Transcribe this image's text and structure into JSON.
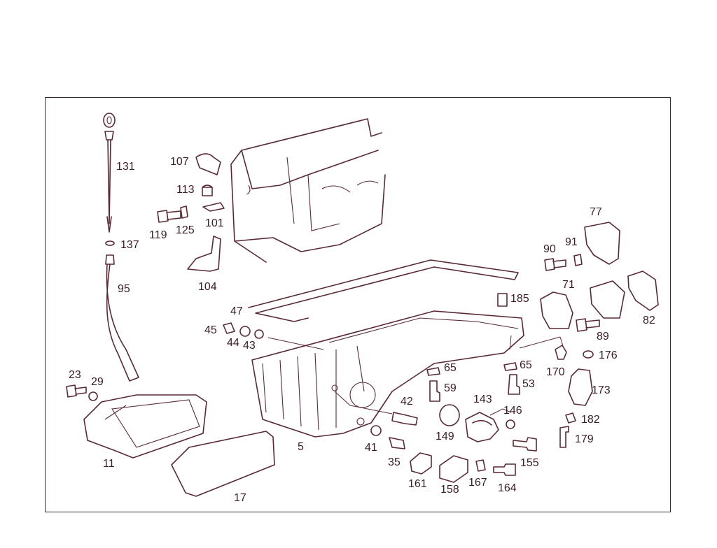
{
  "colors": {
    "line": "#5a2a34",
    "text": "#3b1c25",
    "frame": "#3a2a2e",
    "background": "#ffffff"
  },
  "labels": {
    "p131": "131",
    "p137": "137",
    "p95": "95",
    "p107": "107",
    "p113": "113",
    "p119": "119",
    "p125": "125",
    "p101": "101",
    "p104": "104",
    "p47": "47",
    "p45": "45",
    "p44": "44",
    "p43": "43",
    "p23": "23",
    "p29": "29",
    "p11": "11",
    "p17": "17",
    "p5": "5",
    "p42": "42",
    "p41": "41",
    "p35": "35",
    "p65a": "65",
    "p59": "59",
    "p65b": "65",
    "p53": "53",
    "p143": "143",
    "p146": "146",
    "p149": "149",
    "p155": "155",
    "p161": "161",
    "p158": "158",
    "p167": "167",
    "p164": "164",
    "p185": "185",
    "p77": "77",
    "p90": "90",
    "p91": "91",
    "p71": "71",
    "p89": "89",
    "p82": "82",
    "p170": "170",
    "p176": "176",
    "p173": "173",
    "p182": "182",
    "p179": "179"
  }
}
